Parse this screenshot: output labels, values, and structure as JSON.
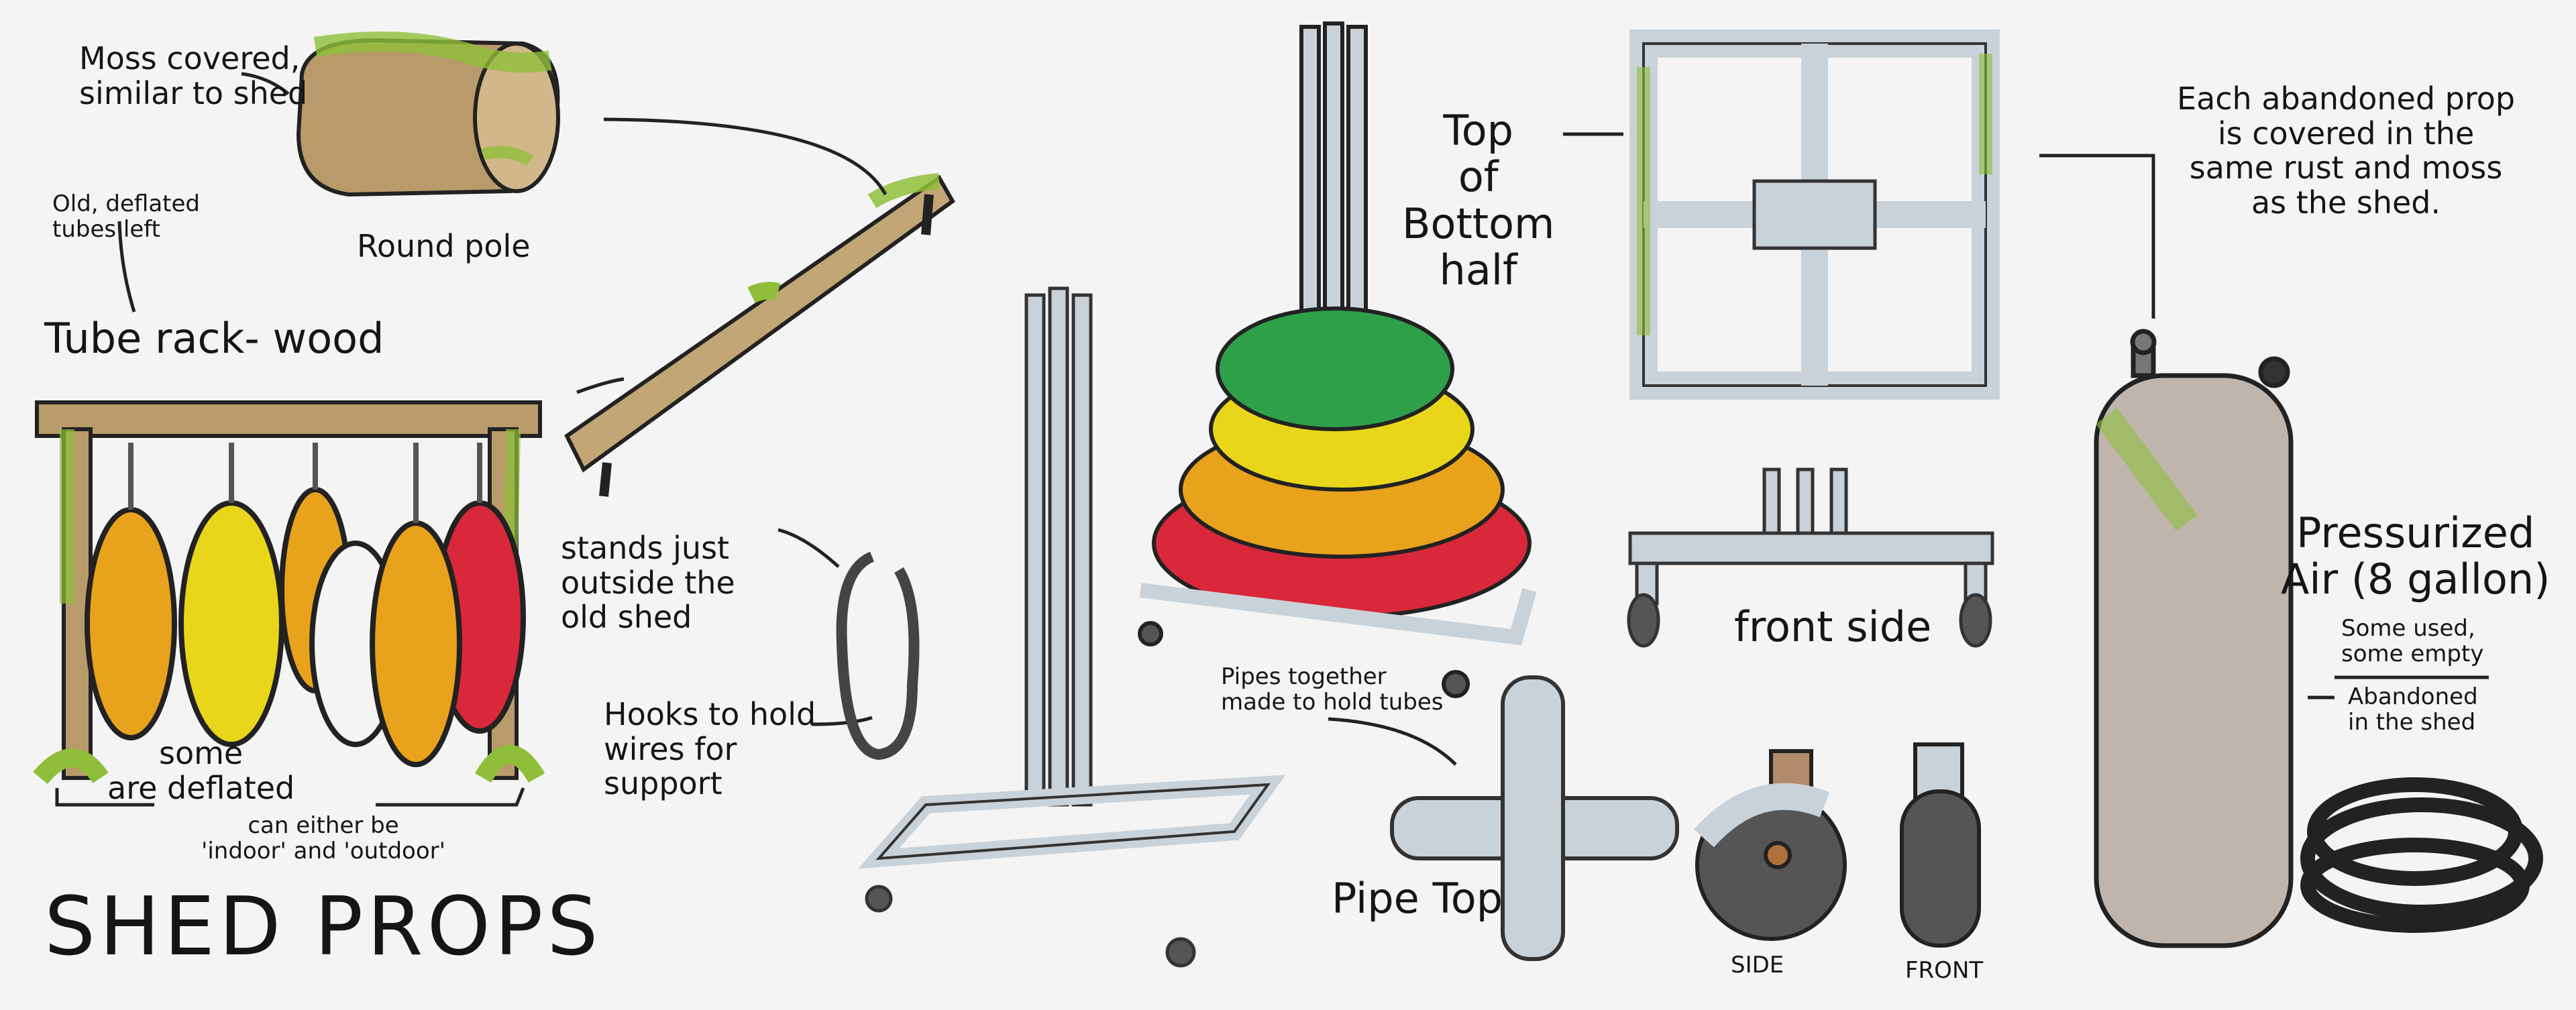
{
  "title": "SHED PROPS",
  "labels": {
    "moss_covered": "Moss covered,\nsimilar to shed",
    "round_pole": "Round pole",
    "old_tubes": "Old, deflated\ntubes left",
    "tube_rack": "Tube rack- wood",
    "stands_outside": "stands just\noutside the\nold shed",
    "hooks": "Hooks to hold\nwires for\nsupport",
    "some_deflated": "some\nare deflated",
    "indoor_outdoor": "can either be\n'indoor' and 'outdoor'",
    "top_of_bottom": "Top\nof\nBottom\nhalf",
    "pipes_together": "Pipes together\nmade to hold tubes",
    "front_side": "front side",
    "pipe_top": "Pipe Top",
    "side": "SIDE",
    "front": "FRONT",
    "each_abandoned": "Each abandoned prop\nis covered in the\nsame rust and moss\nas the shed.",
    "pressurized_air": "Pressurized\nAir (8 gallon)",
    "some_used": "Some used,\nsome empty",
    "abandoned_shed": "Abandoned\nin the shed"
  },
  "colors": {
    "background": "#f4f4f4",
    "wood": "#b99a6a",
    "moss": "#8fbf3a",
    "pipe": "#c9d2d8",
    "rust": "#b0703a",
    "tube_orange": "#e8a21c",
    "tube_yellow": "#e9d61a",
    "tube_red": "#d8283a",
    "tube_green": "#2fa04a",
    "tank": "#bfb5ad"
  }
}
